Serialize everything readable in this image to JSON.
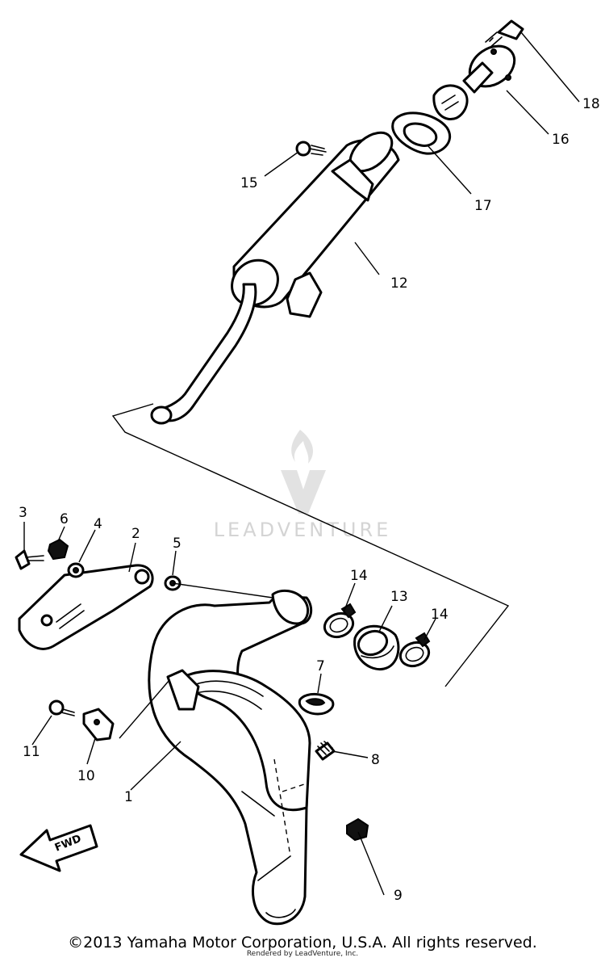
{
  "diagram": {
    "watermark": "LEADVENTURE",
    "fwd_label": "FWD",
    "parts": [
      {
        "callout": "1"
      },
      {
        "callout": "2"
      },
      {
        "callout": "3"
      },
      {
        "callout": "4"
      },
      {
        "callout": "5"
      },
      {
        "callout": "6"
      },
      {
        "callout": "7"
      },
      {
        "callout": "8"
      },
      {
        "callout": "9"
      },
      {
        "callout": "10"
      },
      {
        "callout": "11"
      },
      {
        "callout": "12"
      },
      {
        "callout": "13"
      },
      {
        "callout": "14"
      },
      {
        "callout": "15"
      },
      {
        "callout": "16"
      },
      {
        "callout": "17"
      },
      {
        "callout": "18"
      }
    ],
    "callout_14b": "14"
  },
  "footer": {
    "copyright": "©2013 Yamaha Motor Corporation, U.S.A. All rights reserved.",
    "rendered_by": "Rendered by LeadVenture, Inc."
  },
  "colors": {
    "ink": "#000000",
    "paper": "#ffffff",
    "watermark": "#d4d4d4"
  }
}
